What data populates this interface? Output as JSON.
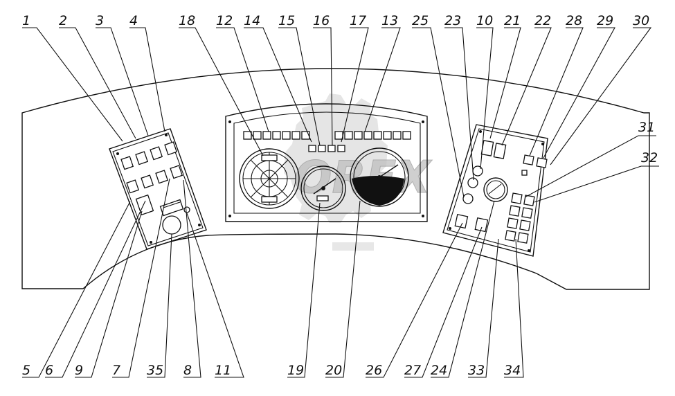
{
  "top_labels": [
    "1",
    "2",
    "3",
    "4",
    "18",
    "12",
    "14",
    "15",
    "16",
    "17",
    "13",
    "25",
    "23",
    "10",
    "21",
    "22",
    "28",
    "29",
    "30"
  ],
  "right_labels": [
    "31",
    "32"
  ],
  "bottom_labels": [
    "5",
    "6",
    "9",
    "7",
    "35",
    "8",
    "11",
    "19",
    "20",
    "26",
    "27",
    "24",
    "33",
    "34"
  ],
  "watermark": "OREX",
  "colors": {
    "line": "#111111",
    "watermark": "#cfcfcf",
    "background": "#ffffff"
  }
}
